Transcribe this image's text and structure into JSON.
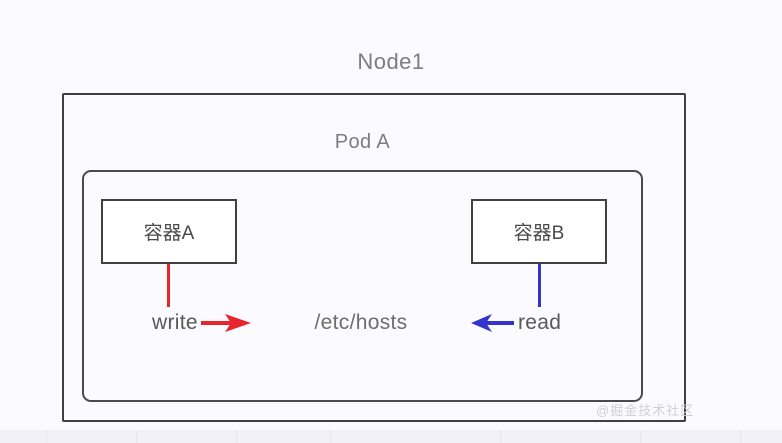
{
  "diagram": {
    "title": "Node1",
    "pod": {
      "label": "Pod A",
      "containers": [
        {
          "id": "container-a",
          "label": "容器A"
        },
        {
          "id": "container-b",
          "label": "容器B"
        }
      ],
      "shared_file": "/etc/hosts",
      "flows": [
        {
          "id": "write",
          "label": "write",
          "direction": "right",
          "color": "#e8242d",
          "from": "容器A",
          "to": "/etc/hosts"
        },
        {
          "id": "read",
          "label": "read",
          "direction": "left",
          "color": "#3434cc",
          "from": "/etc/hosts",
          "to": "容器B"
        }
      ]
    }
  },
  "watermark": "@掘金技术社区",
  "colors": {
    "background": "#fafaff",
    "box_border": "#404040",
    "label_text": "#7d7d7d",
    "write_arrow": "#e8242d",
    "read_arrow": "#3434cc"
  }
}
